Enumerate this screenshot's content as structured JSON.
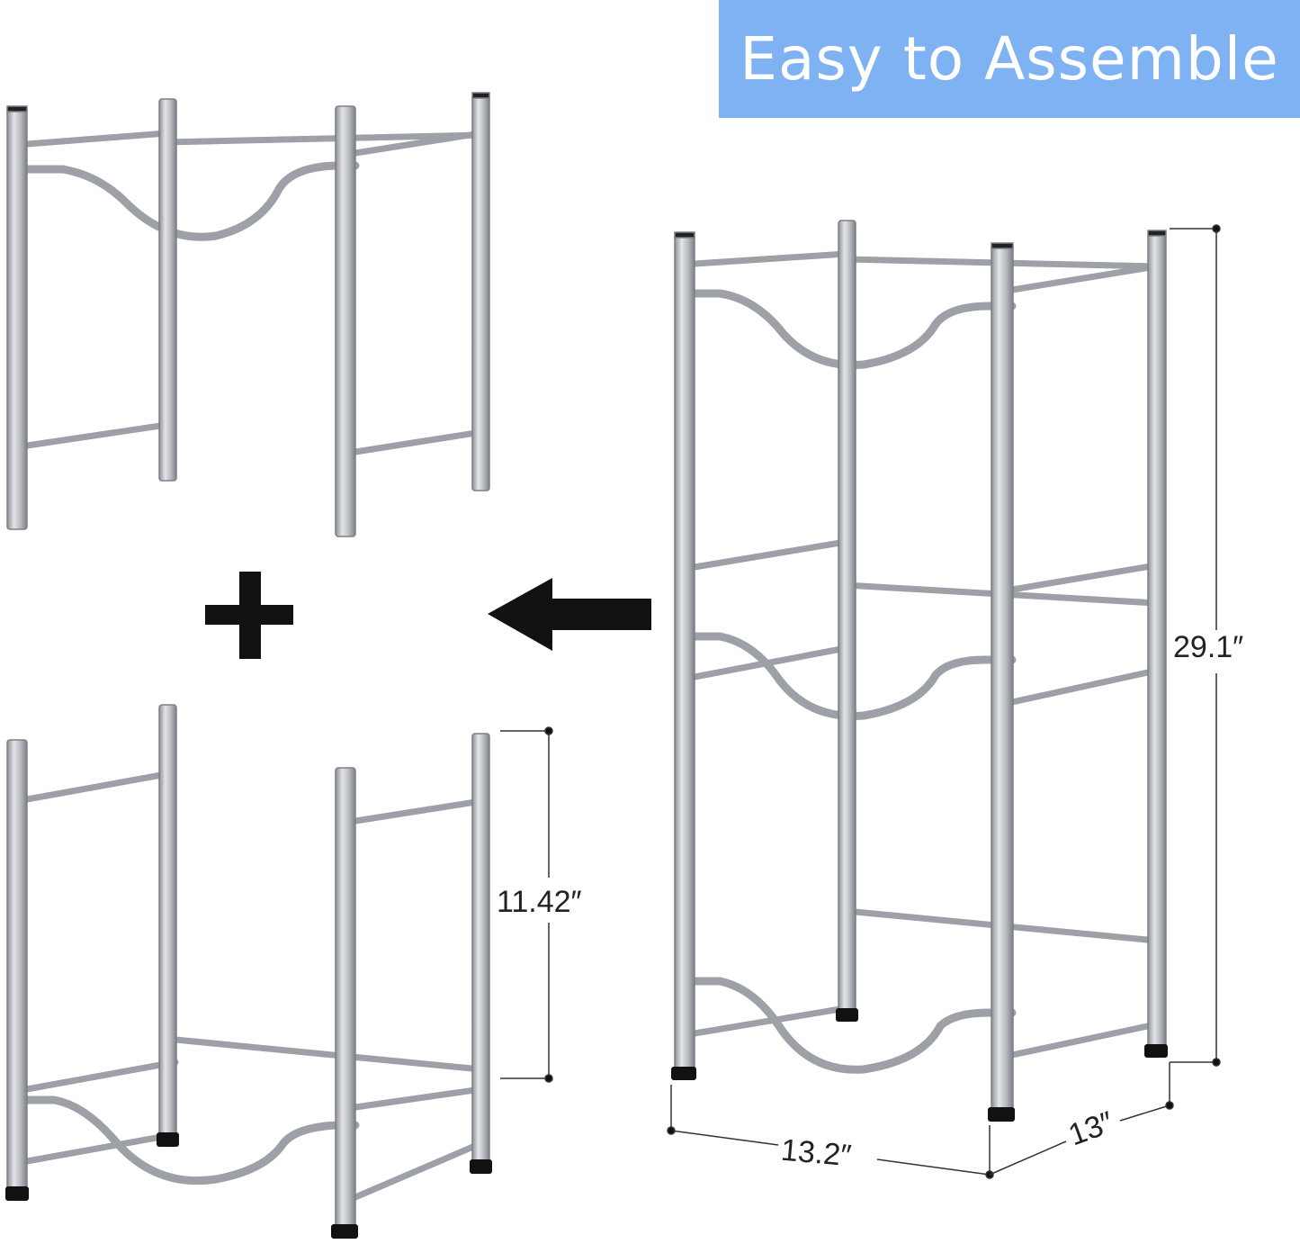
{
  "banner": {
    "title": "Easy to Assemble",
    "color": "#7fb2f2"
  },
  "dimensions": {
    "total_height": "29.1″",
    "lower_height": "11.42″",
    "width": "13.2″",
    "depth": "13″"
  },
  "icons": {
    "plus": "plus-icon",
    "arrow": "arrow-left-icon"
  },
  "colors": {
    "frame": "#b9bcc2",
    "frame_shadow": "#8e9197",
    "foot": "#111111"
  }
}
